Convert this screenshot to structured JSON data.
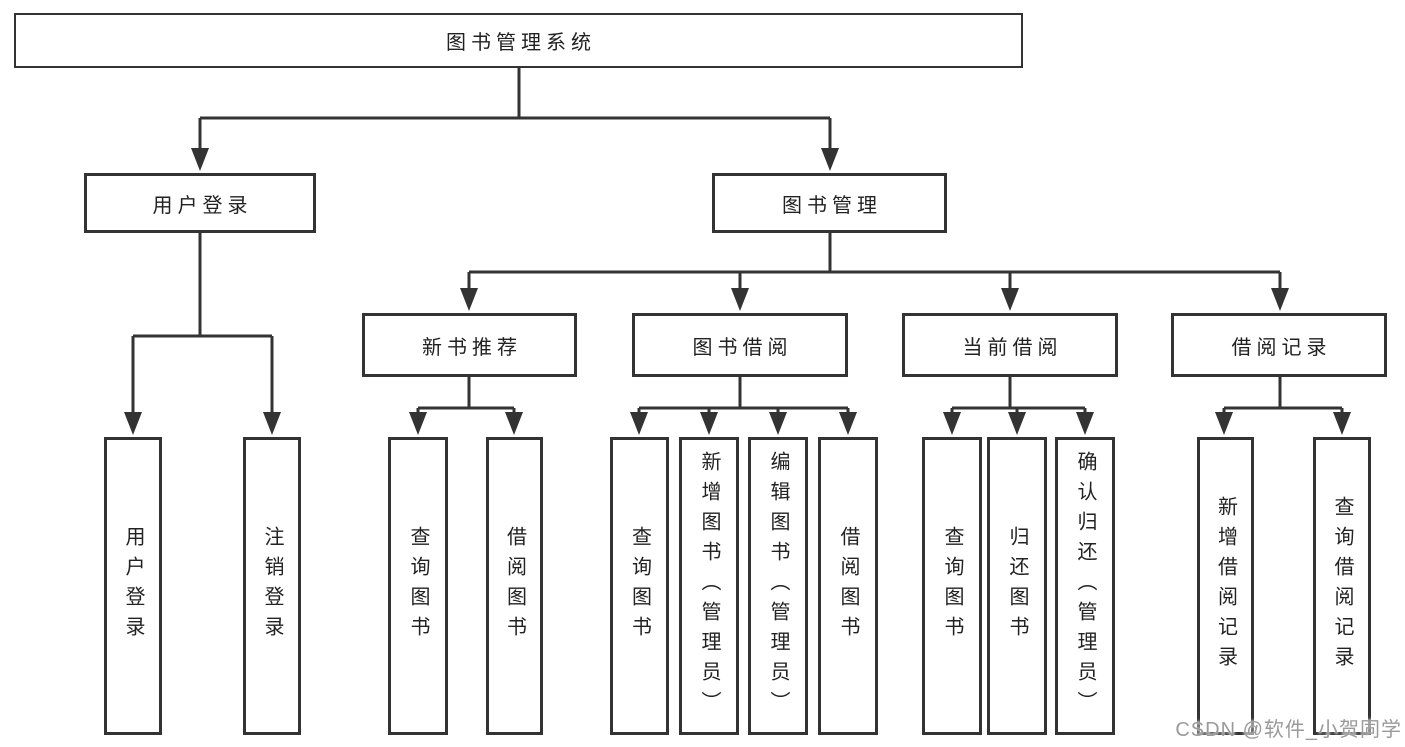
{
  "diagram": {
    "type": "function-structure-tree",
    "root": {
      "label": "图书管理系统",
      "children": [
        {
          "label": "用户登录",
          "children": [
            {
              "label": "用户登录"
            },
            {
              "label": "注销登录"
            }
          ]
        },
        {
          "label": "图书管理",
          "children": [
            {
              "label": "新书推荐",
              "children": [
                {
                  "label": "查询图书"
                },
                {
                  "label": "借阅图书"
                }
              ]
            },
            {
              "label": "图书借阅",
              "children": [
                {
                  "label": "查询图书"
                },
                {
                  "label": "新增图书（管理员）"
                },
                {
                  "label": "编辑图书（管理员）"
                },
                {
                  "label": "借阅图书"
                }
              ]
            },
            {
              "label": "当前借阅",
              "children": [
                {
                  "label": "查询图书"
                },
                {
                  "label": "归还图书"
                },
                {
                  "label": "确认归还（管理员）"
                }
              ]
            },
            {
              "label": "借阅记录",
              "children": [
                {
                  "label": "新增借阅记录"
                },
                {
                  "label": "查询借阅记录"
                }
              ]
            }
          ]
        }
      ]
    },
    "watermark": "CSDN @软件_小贺同学",
    "colors": {
      "line": "#333333",
      "text": "#222222",
      "background": "#ffffff",
      "watermark": "#9a9a9a"
    }
  }
}
